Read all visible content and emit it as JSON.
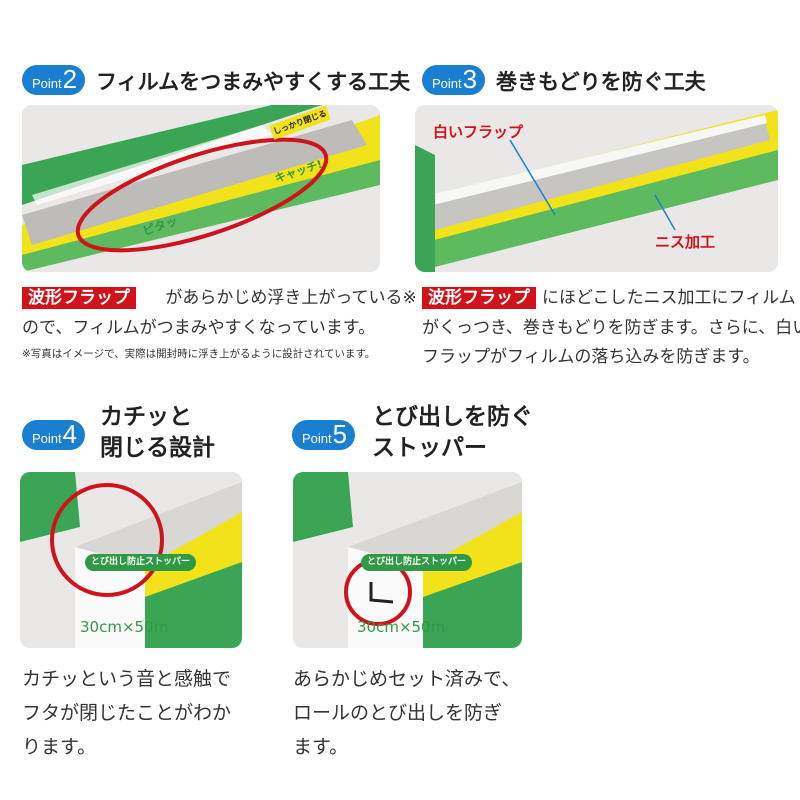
{
  "point2": {
    "badge_word": "Point",
    "badge_num": "2",
    "title": "フィルムをつまみやすくする工夫",
    "tag": "波形フラップ",
    "line1": "があらかじめ浮き上がっている※",
    "line2": "ので、フィルムがつまみやすくなっています。",
    "note": "※写真はイメージで、実際は開封時に浮き上がるように設計されています。",
    "photo_texts": {
      "close": "しっかり閉じる",
      "pita": "ピタッ",
      "catch": "キャッチ!"
    }
  },
  "point3": {
    "badge_word": "Point",
    "badge_num": "3",
    "title": "巻きもどりを防ぐ工夫",
    "tag": "波形フラップ",
    "line1": "にほどこしたニス加工にフィルム",
    "line2": "がくっつき、巻きもどりを防ぎます。さらに、白い",
    "line3": "フラップがフィルムの落ち込みを防ぎます。",
    "label_white_flap": "白いフラップ",
    "label_varnish": "ニス加工"
  },
  "point4": {
    "badge_word": "Point",
    "badge_num": "4",
    "title_line1": "カチッと",
    "title_line2": "閉じる設計",
    "line1": "カチッという音と感触で",
    "line2": "フタが閉じたことがわか",
    "line3": "ります。",
    "bubble": "とび出し防止ストッパー",
    "size": "30cm×50m"
  },
  "point5": {
    "badge_word": "Point",
    "badge_num": "5",
    "title_line1": "とび出しを防ぐ",
    "title_line2": "ストッパー",
    "line1": "あらかじめセット済みで、",
    "line2": "ロールのとび出しを防ぎ",
    "line3": "ます。",
    "bubble": "とび出し防止ストッパー",
    "size": "30cm×50m"
  },
  "colors": {
    "badge": "#1a7fd0",
    "tag": "#d0121b",
    "circle": "#d0121b",
    "box_yellow": "#f2e21a",
    "box_green": "#3aa655"
  }
}
